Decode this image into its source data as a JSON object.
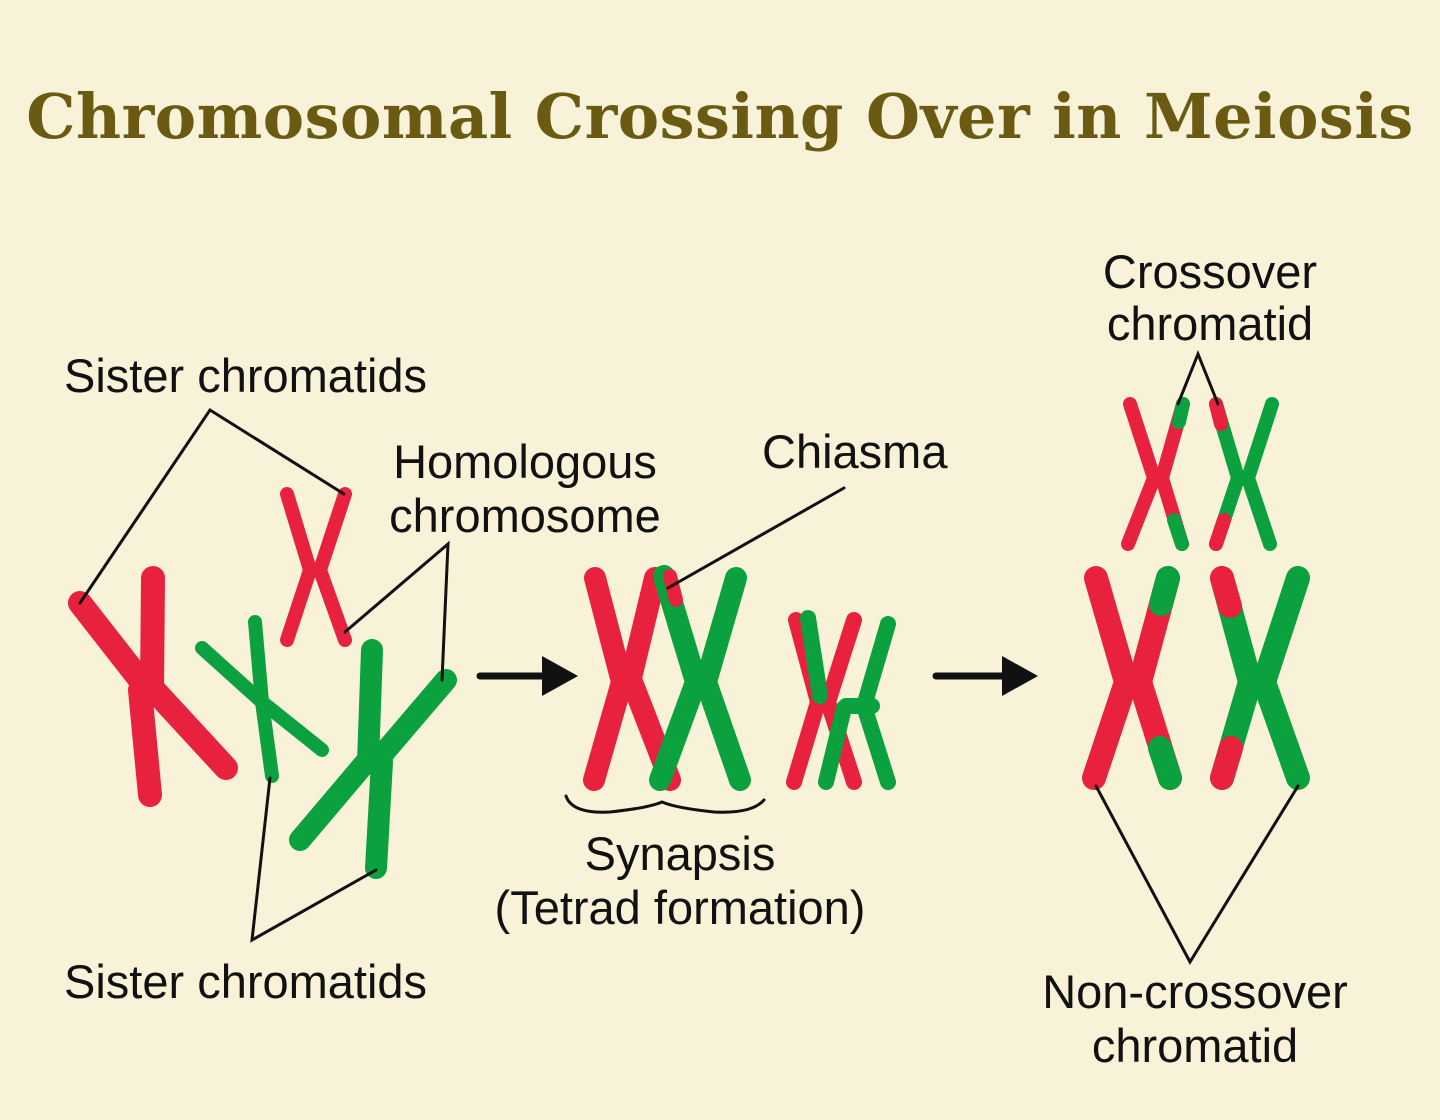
{
  "title": "Chromosomal Crossing Over in Meiosis",
  "labels": {
    "sister_top": "Sister chromatids",
    "homologous_1": "Homologous",
    "homologous_2": "chromosome",
    "chiasma": "Chiasma",
    "crossover_1": "Crossover",
    "crossover_2": "chromatid",
    "synapsis_1": "Synapsis",
    "synapsis_2": "(Tetrad formation)",
    "sister_bottom": "Sister chromatids",
    "noncrossover_1": "Non-crossover",
    "noncrossover_2": "chromatid"
  },
  "colors": {
    "background": "#f8f2d8",
    "title": "#6b5a12",
    "red_chromatid": "#e8213e",
    "green_chromatid": "#0ba13f",
    "line": "#111111"
  }
}
